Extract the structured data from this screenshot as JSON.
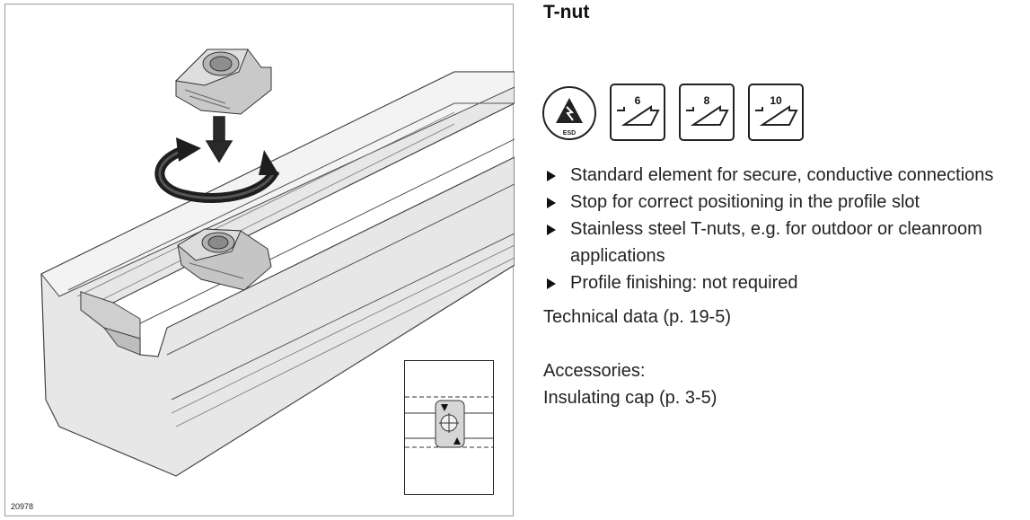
{
  "figure": {
    "id_label": "20978",
    "inset_alt": "slot cross-section detail"
  },
  "title": "T-nut",
  "icons": {
    "esd_label": "ESD",
    "slots": [
      {
        "name": "slot-6-icon",
        "label": "6"
      },
      {
        "name": "slot-8-icon",
        "label": "8"
      },
      {
        "name": "slot-10-icon",
        "label": "10"
      }
    ]
  },
  "features": [
    "Standard element for secure, conductive connections",
    "Stop for correct positioning in the profile slot",
    "Stainless steel T-nuts, e.g. for outdoor or cleanroom applications",
    "Profile finishing: not required"
  ],
  "technical_data": "Technical data (p. 19-5)",
  "accessories": {
    "heading": "Accessories:",
    "item": "Insulating cap (p. 3-5)"
  }
}
